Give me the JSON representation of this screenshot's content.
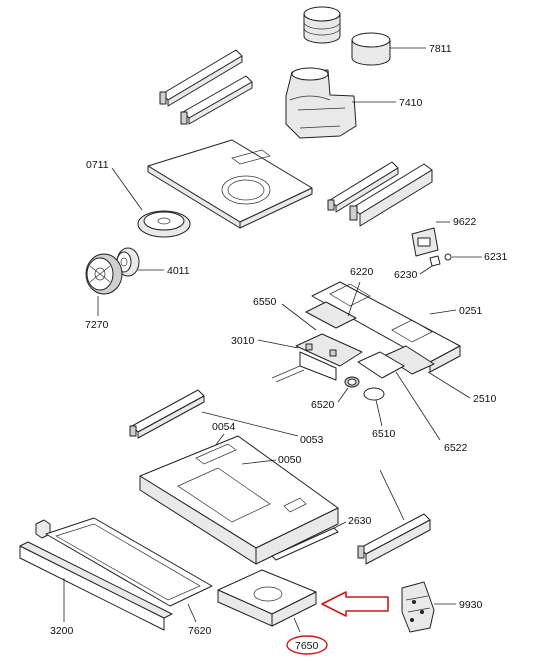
{
  "labels": {
    "p7811": "7811",
    "p7410": "7410",
    "p0711": "0711",
    "p4011": "4011",
    "p7270": "7270",
    "p9622": "9622",
    "p6231": "6231",
    "p6230": "6230",
    "p6220": "6220",
    "p6550": "6550",
    "p0251": "0251",
    "p3010": "3010",
    "p2510": "2510",
    "p6520": "6520",
    "p6510": "6510",
    "p6522": "6522",
    "p0054": "0054",
    "p0053": "0053",
    "p0050": "0050",
    "p2630": "2630",
    "p9930": "9930",
    "p3200": "3200",
    "p7620": "7620",
    "p7650": "7650"
  },
  "colors": {
    "line": "#222222",
    "highlight": "#cc1a1a"
  }
}
